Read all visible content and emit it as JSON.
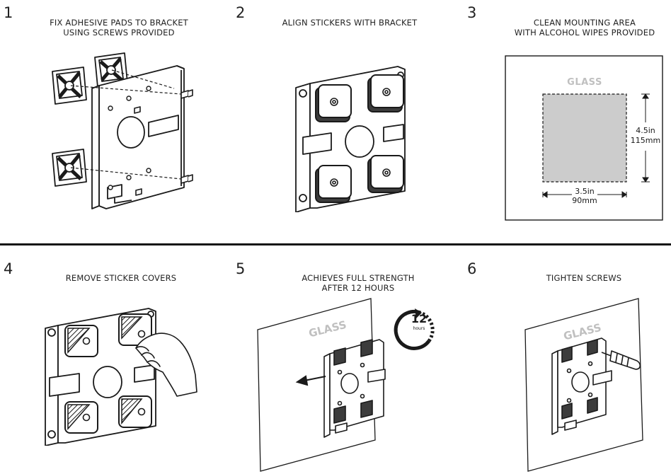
{
  "steps": [
    {
      "number": "1",
      "title_line1": "FIX ADHESIVE PADS TO BRACKET",
      "title_line2": "USING SCREWS PROVIDED"
    },
    {
      "number": "2",
      "title_line1": "ALIGN STICKERS WITH BRACKET",
      "title_line2": ""
    },
    {
      "number": "3",
      "title_line1": "CLEAN MOUNTING AREA",
      "title_line2": "WITH ALCOHOL WIPES PROVIDED"
    },
    {
      "number": "4",
      "title_line1": "REMOVE STICKER COVERS",
      "title_line2": ""
    },
    {
      "number": "5",
      "title_line1": "ACHIEVES FULL STRENGTH",
      "title_line2": "AFTER 12 HOURS"
    },
    {
      "number": "6",
      "title_line1": "TIGHTEN SCREWS",
      "title_line2": ""
    }
  ],
  "step3": {
    "glass_label": "GLASS",
    "height_in": "4.5in",
    "height_mm": "115mm",
    "width_in": "3.5in",
    "width_mm": "90mm"
  },
  "step5": {
    "glass_label": "GLASS",
    "timer_value": "12",
    "timer_unit": "hours"
  },
  "step6": {
    "glass_label": "GLASS"
  },
  "colors": {
    "line": "#1a1a1a",
    "pad_gray": "#555555",
    "area_gray": "#cccccc",
    "glass_text": "#c0c0c0"
  }
}
